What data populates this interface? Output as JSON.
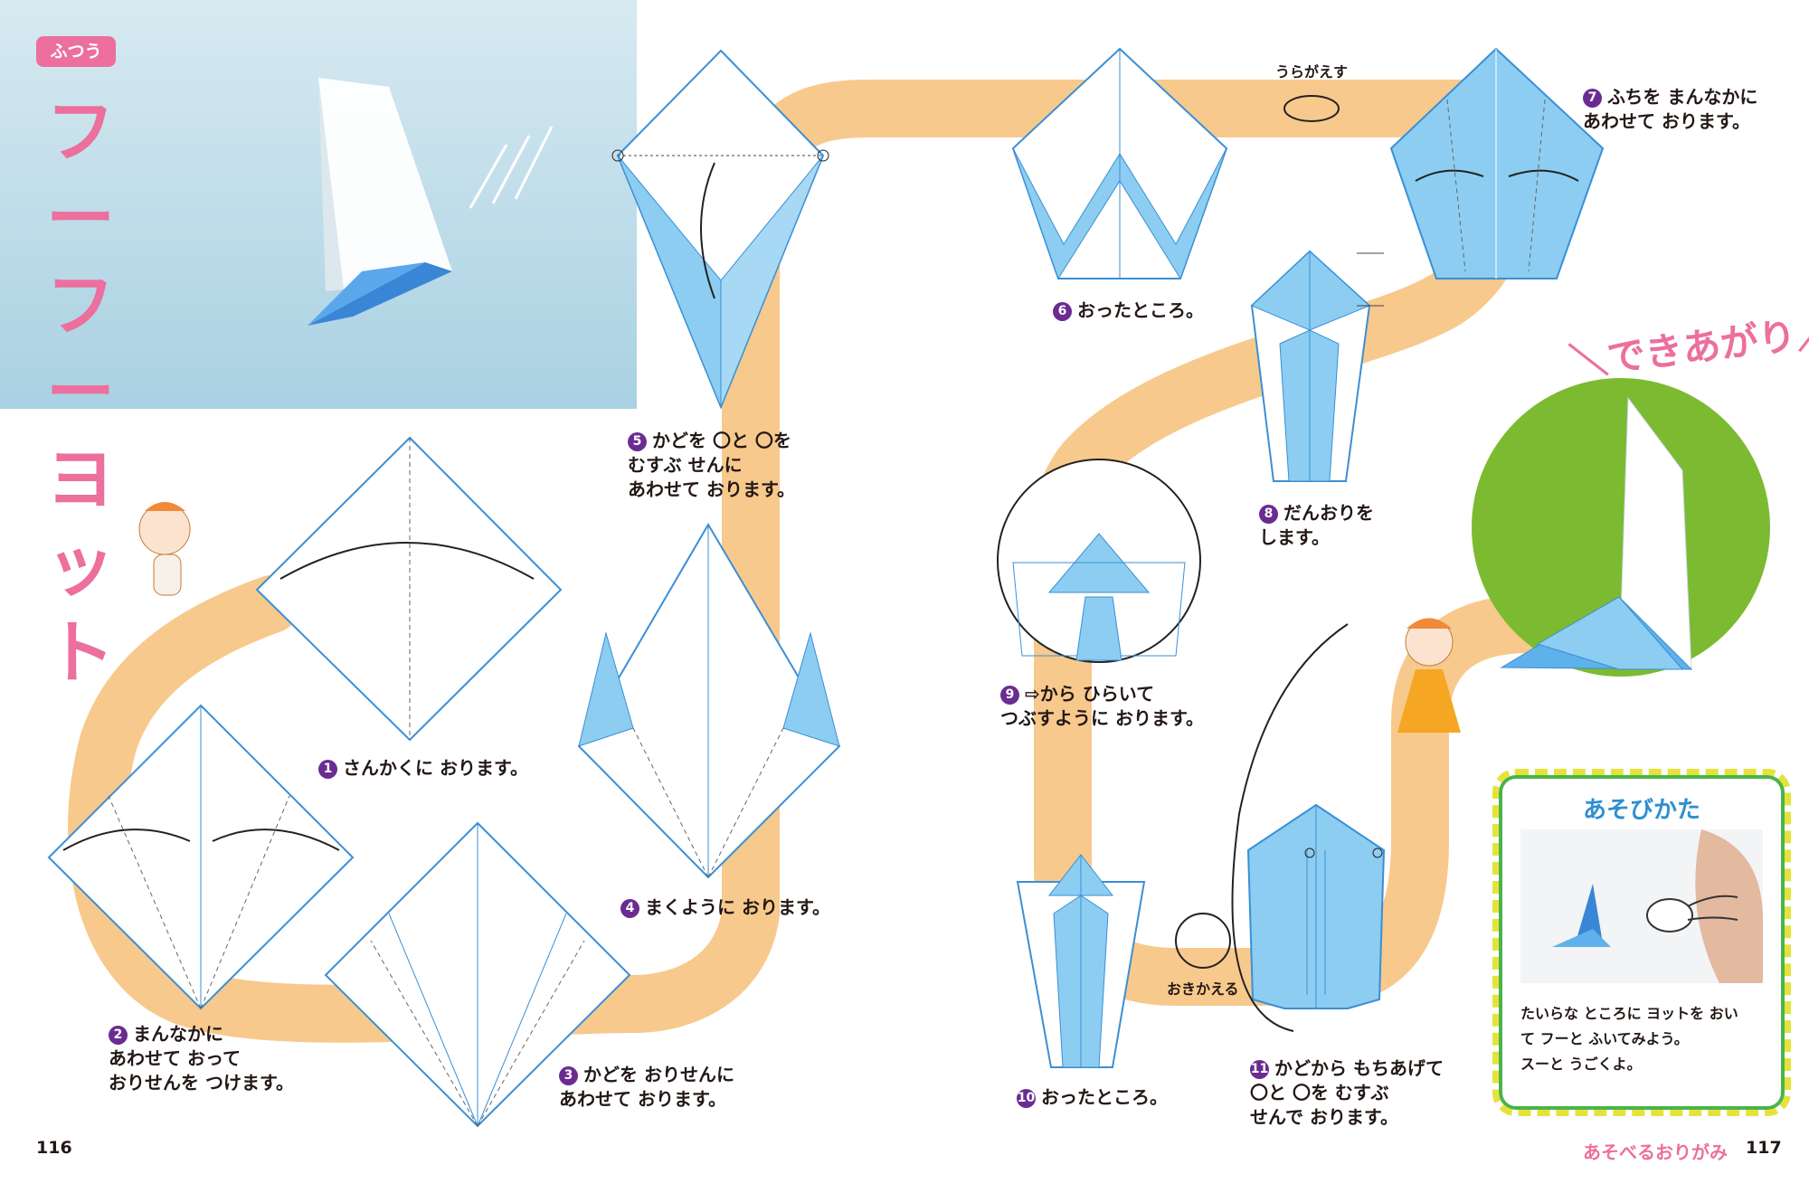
{
  "page": {
    "left_number": "116",
    "right_number": "117",
    "footer_title": "あそべるおりがみ"
  },
  "header": {
    "level": "ふつう",
    "title": "フーフーヨット"
  },
  "steps": [
    {
      "n": "1",
      "text": "さんかくに おります。"
    },
    {
      "n": "2",
      "text": "まんなかに\nあわせて おって\nおりせんを つけます。"
    },
    {
      "n": "3",
      "text": "かどを おりせんに\nあわせて おります。"
    },
    {
      "n": "4",
      "text": "まくように おります。"
    },
    {
      "n": "5",
      "text": "かどを 〇と 〇を\nむすぶ せんに\nあわせて おります。"
    },
    {
      "n": "6",
      "text": "おったところ。"
    },
    {
      "n": "7",
      "text": "ふちを まんなかに\nあわせて おります。"
    },
    {
      "n": "8",
      "text": "だんおりを\nします。"
    },
    {
      "n": "9",
      "text": "⇨から ひらいて\nつぶすように おります。"
    },
    {
      "n": "10",
      "text": "おったところ。"
    },
    {
      "n": "11",
      "text": "かどから もちあげて\n〇と 〇を むすぶ\nせんで おります。"
    }
  ],
  "labels": {
    "flip": "うらがえす",
    "rotate": "おきかえる",
    "finished": "できあがり"
  },
  "play": {
    "title": "あそびかた",
    "text": "たいらな ところに ヨットを おい\nて フーと ふいてみよう。\nスーと うごくよ。"
  },
  "colors": {
    "pink": "#ec6f9d",
    "path": "#f8c98c",
    "paper_blue": "#8ccdf1",
    "green": "#7cba32",
    "purple": "#6a2c91"
  }
}
